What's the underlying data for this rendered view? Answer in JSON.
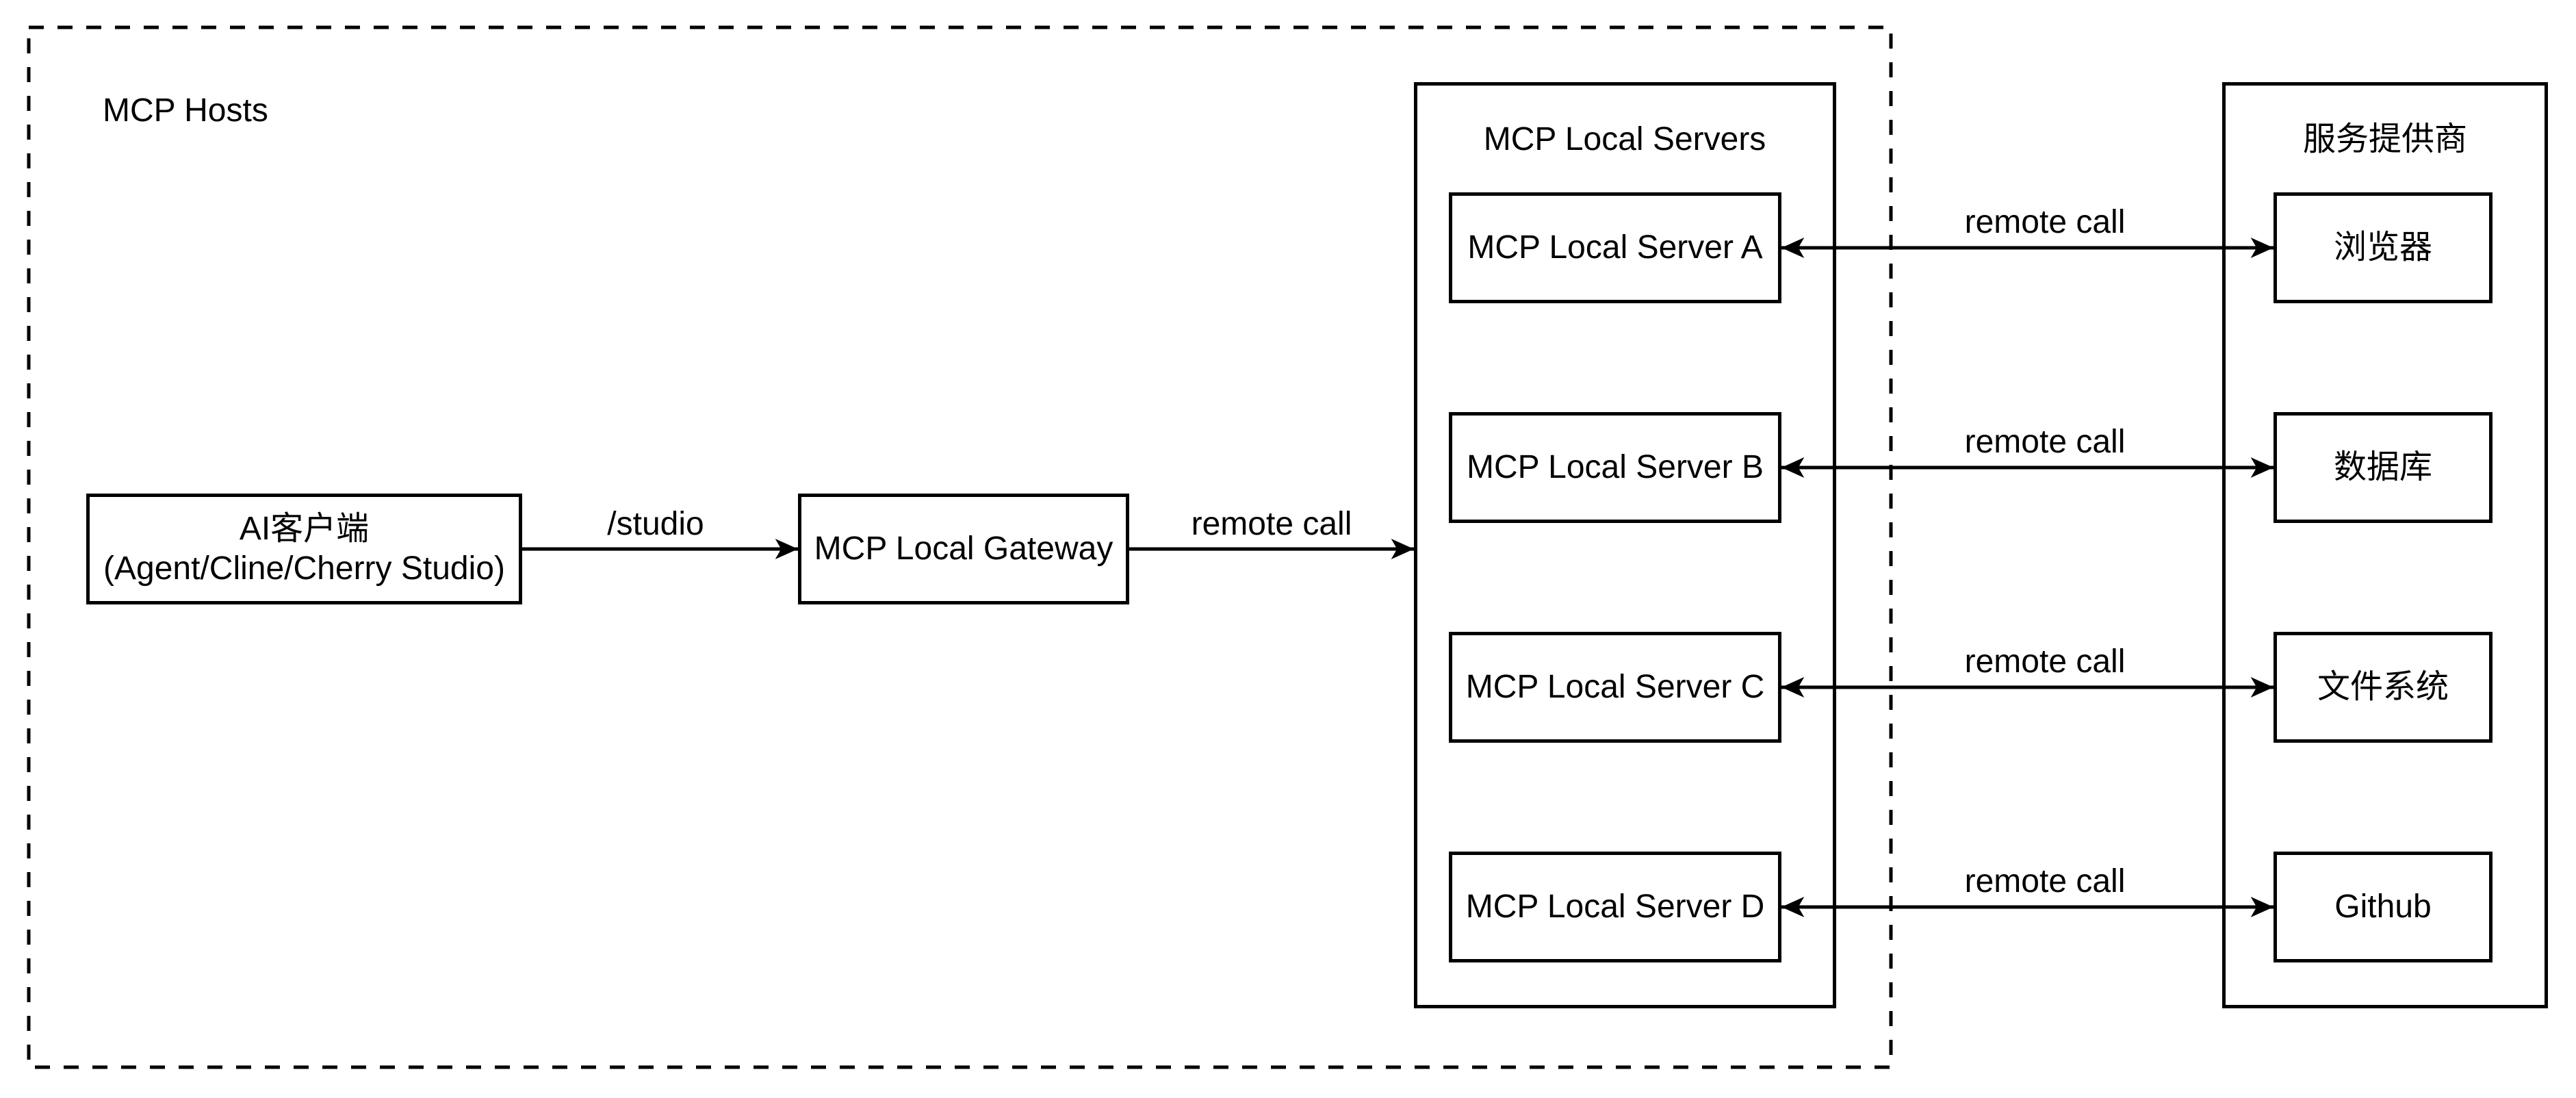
{
  "diagram": {
    "colors": {
      "background": "#ffffff",
      "stroke": "#000000",
      "text": "#000000"
    },
    "hosts_group": {
      "label": "MCP Hosts"
    },
    "nodes": {
      "ai_client": {
        "line1": "AI客户端",
        "line2": "(Agent/Cline/Cherry Studio)"
      },
      "gateway": {
        "label": "MCP Local Gateway"
      }
    },
    "edges": {
      "ai_to_gateway": {
        "label": "/studio"
      },
      "gateway_to_servers": {
        "label": "remote call"
      },
      "server_provider_calls": [
        {
          "label": "remote call"
        },
        {
          "label": "remote call"
        },
        {
          "label": "remote call"
        },
        {
          "label": "remote call"
        }
      ]
    },
    "local_servers": {
      "title": "MCP Local Servers",
      "items": [
        {
          "label": "MCP Local Server A"
        },
        {
          "label": "MCP Local Server B"
        },
        {
          "label": "MCP Local Server C"
        },
        {
          "label": "MCP Local Server D"
        }
      ]
    },
    "providers": {
      "title": "服务提供商",
      "items": [
        {
          "label": "浏览器"
        },
        {
          "label": "数据库"
        },
        {
          "label": "文件系统"
        },
        {
          "label": "Github"
        }
      ]
    }
  }
}
